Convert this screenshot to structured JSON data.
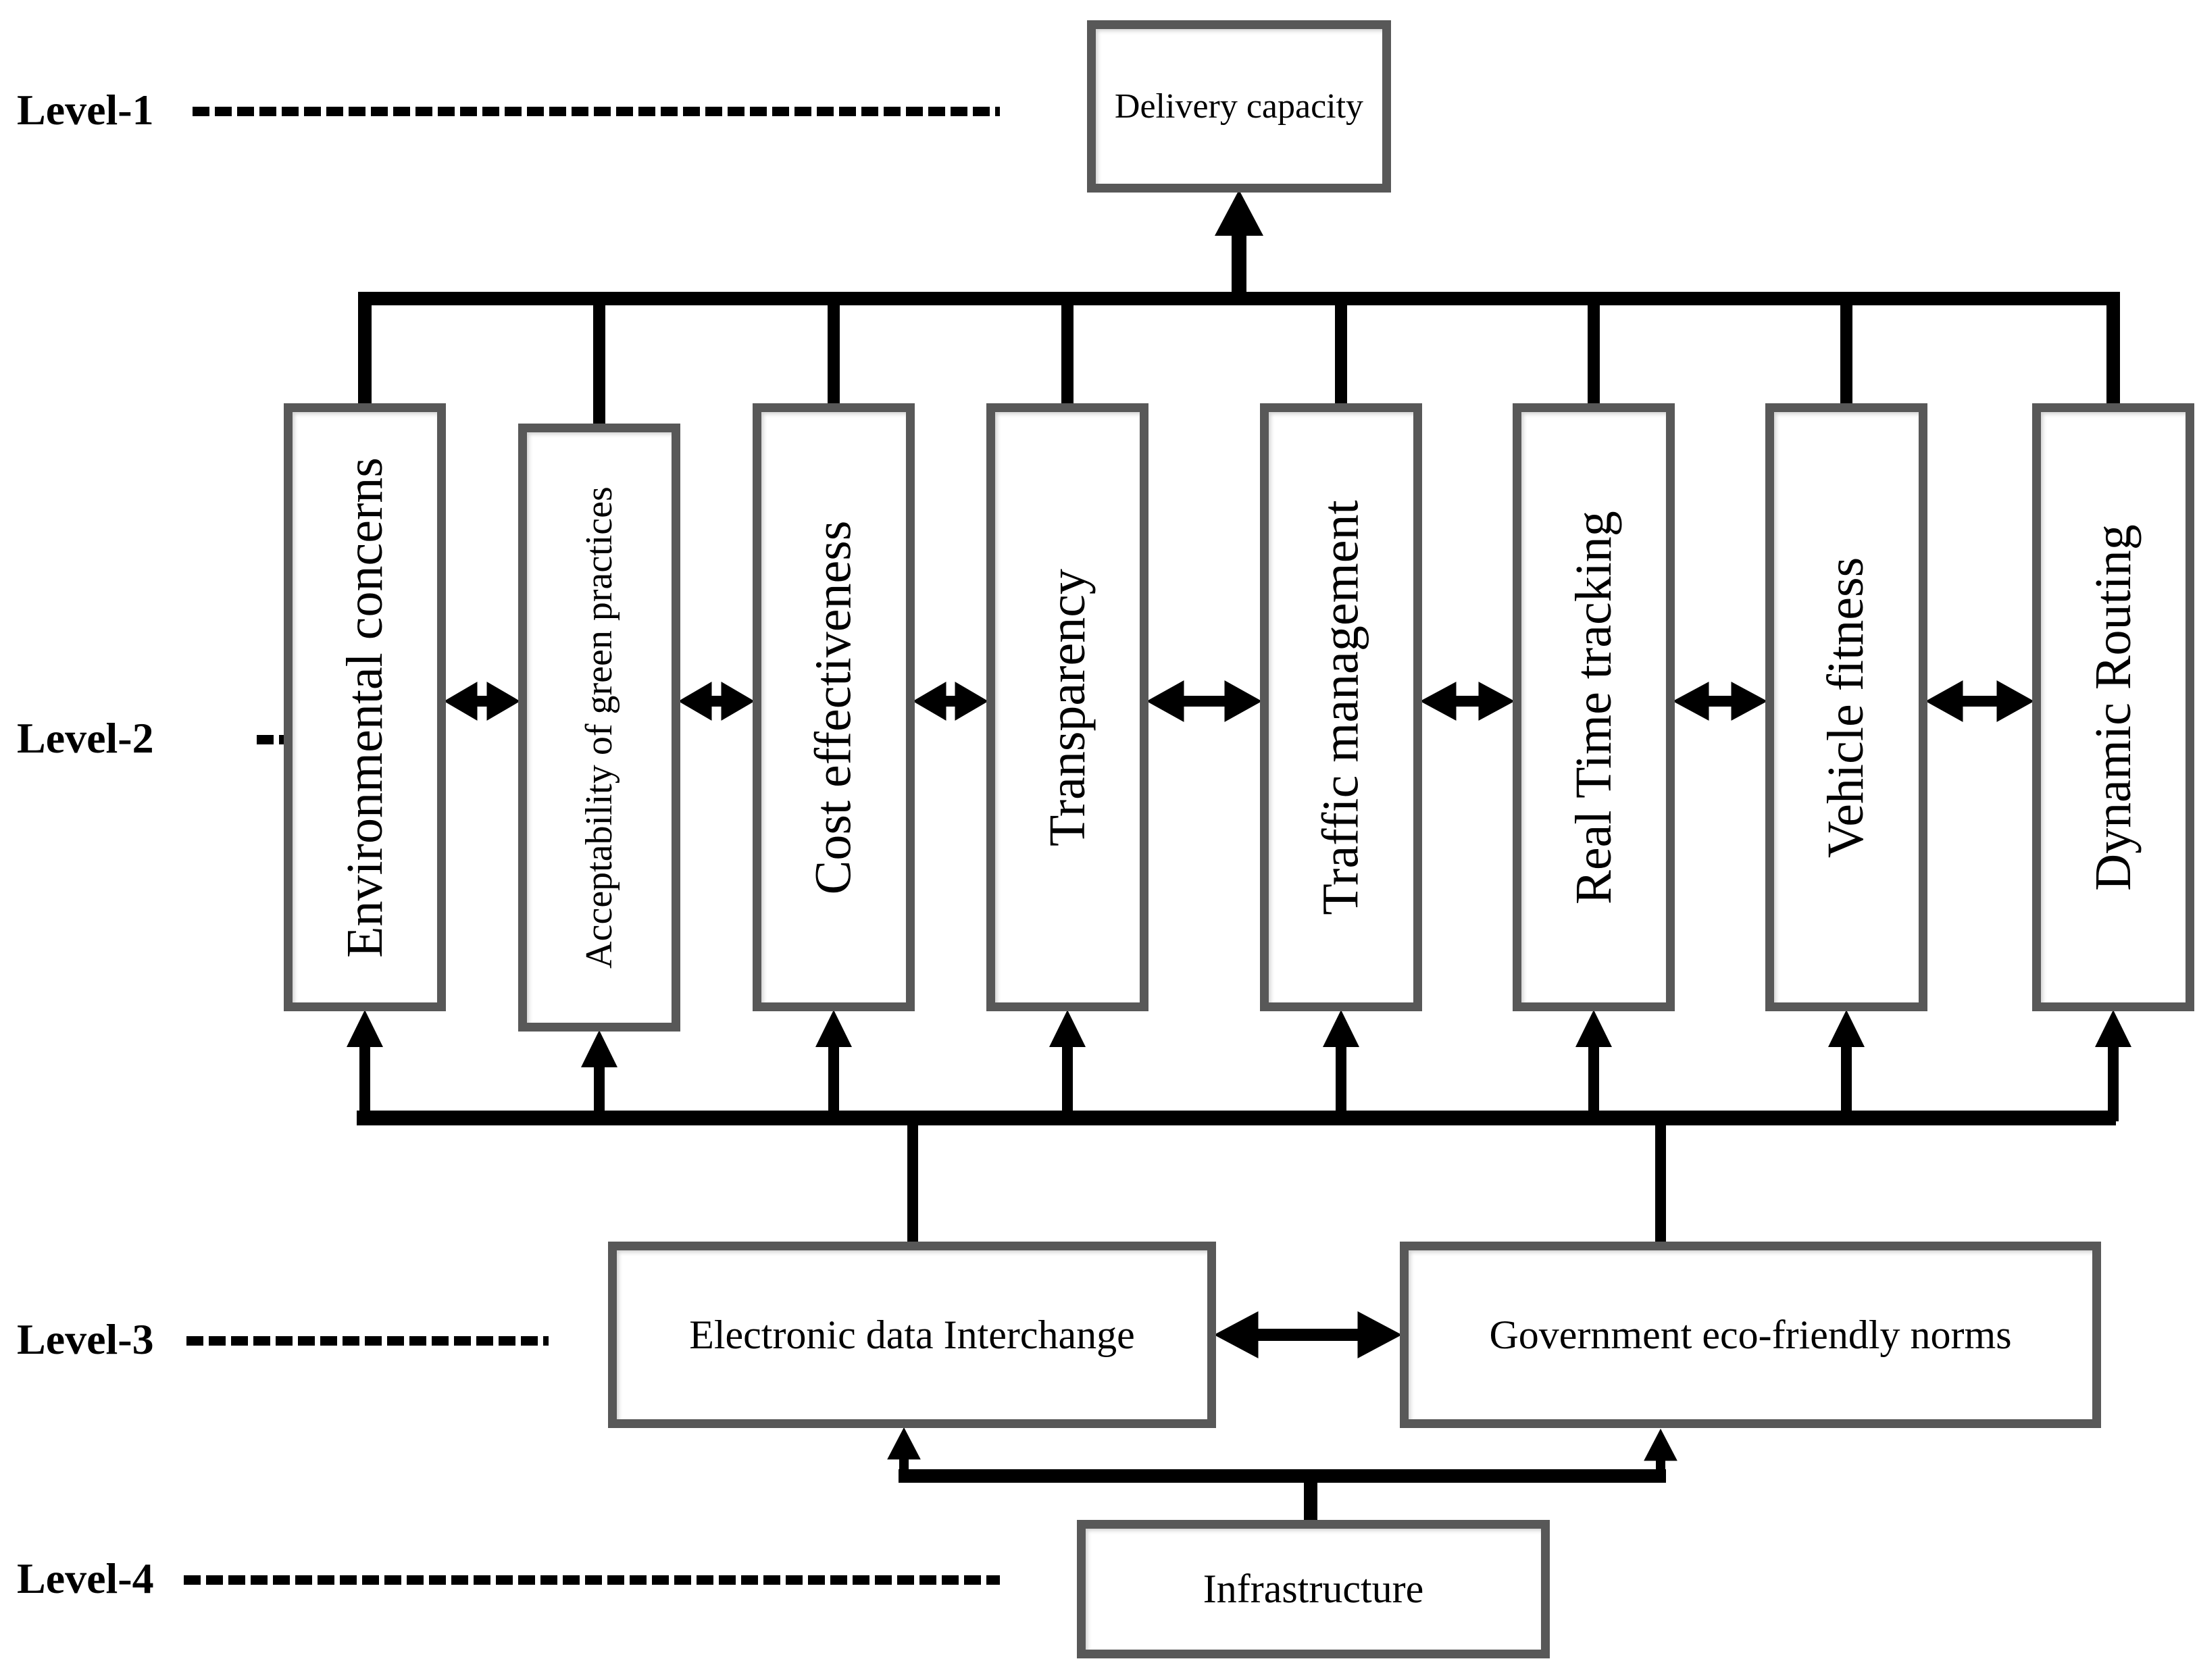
{
  "levels": {
    "level1": {
      "label": "Level-1",
      "node": "Delivery capacity"
    },
    "level2": {
      "label": "Level-2",
      "nodes": [
        "Environmental concerns",
        "Acceptability of green practices",
        "Cost effectiveness",
        "Transparency",
        "Traffic management",
        "Real Time tracking",
        "Vehicle fitness",
        "Dynamic Routing"
      ]
    },
    "level3": {
      "label": "Level-3",
      "nodes": [
        "Electronic data Interchange",
        "Government eco-friendly norms"
      ]
    },
    "level4": {
      "label": "Level-4",
      "node": "Infrastructure"
    }
  },
  "colors": {
    "background": "#ffffff",
    "box_border": "#585858",
    "line": "#000000",
    "text": "#000000"
  }
}
